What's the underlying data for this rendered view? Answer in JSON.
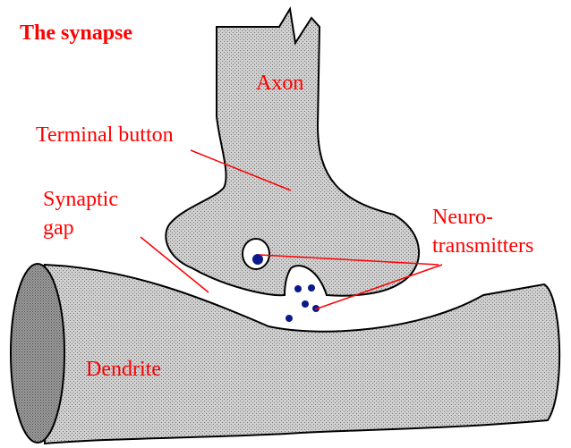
{
  "diagram": {
    "title": "The synapse",
    "labels": {
      "axon": "Axon",
      "terminal_button": "Terminal button",
      "synaptic_line1": "Synaptic",
      "synaptic_line2": "gap",
      "neuro_line1": "Neuro-",
      "neuro_line2": "transmitters",
      "dendrite": "Dendrite"
    },
    "colors": {
      "label_text": "#ff0000",
      "outline": "#000000",
      "neuron_fill": "#bdbdbd",
      "vesicle": "#0a1a8a",
      "background": "#ffffff"
    }
  }
}
